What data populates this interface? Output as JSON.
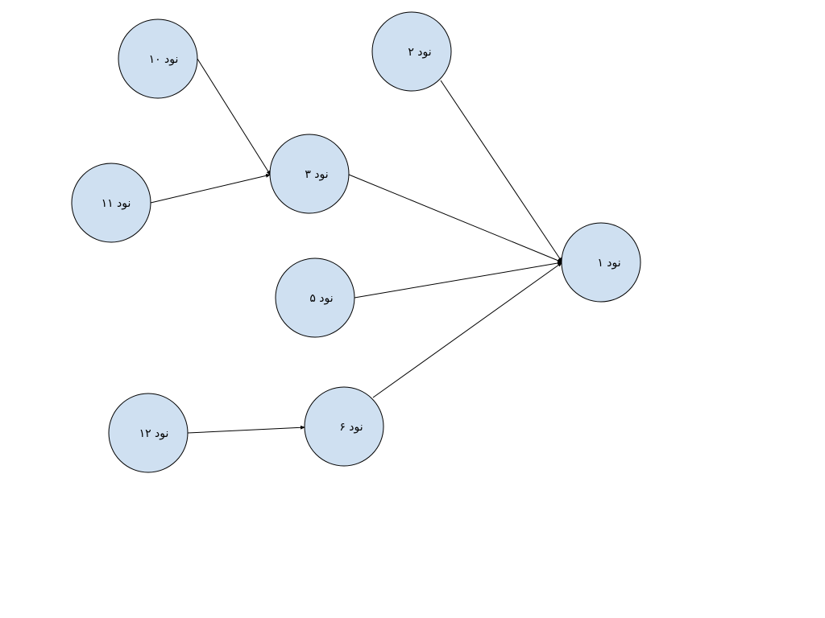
{
  "diagram": {
    "node_fill": "#cfe0f1",
    "edge_color": "#000000",
    "nodes": [
      {
        "id": "n10",
        "label": "نود ۱۰"
      },
      {
        "id": "n11",
        "label": "نود ۱۱"
      },
      {
        "id": "n2",
        "label": "نود ۲"
      },
      {
        "id": "n3",
        "label": "نود ۳"
      },
      {
        "id": "n5",
        "label": "نود ۵"
      },
      {
        "id": "n12",
        "label": "نود ۱۲"
      },
      {
        "id": "n6",
        "label": "نود ۶"
      },
      {
        "id": "n1",
        "label": "نود ۱"
      }
    ],
    "edges": [
      {
        "from": "n10",
        "to": "n3"
      },
      {
        "from": "n11",
        "to": "n3"
      },
      {
        "from": "n2",
        "to": "n1"
      },
      {
        "from": "n3",
        "to": "n1"
      },
      {
        "from": "n5",
        "to": "n1"
      },
      {
        "from": "n6",
        "to": "n1"
      },
      {
        "from": "n12",
        "to": "n6"
      }
    ]
  }
}
